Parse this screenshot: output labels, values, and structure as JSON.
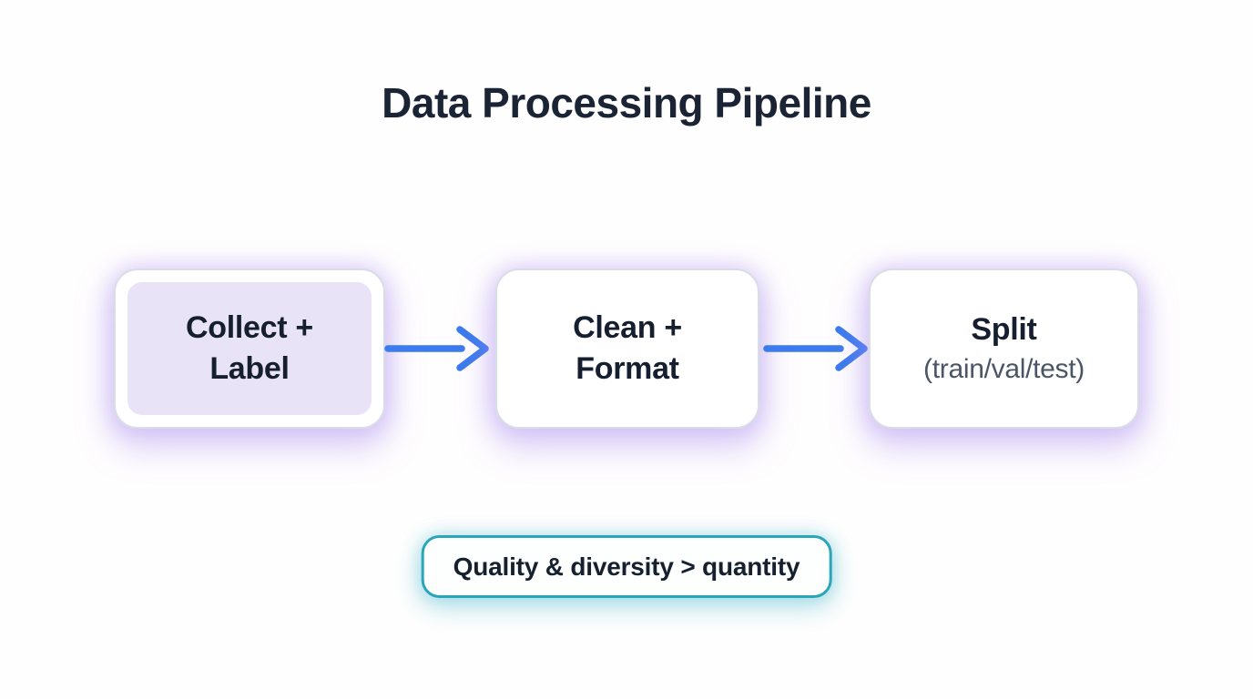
{
  "title": "Data Processing Pipeline",
  "nodes": [
    {
      "line1": "Collect +",
      "line2": "Label",
      "highlighted": true
    },
    {
      "line1": "Clean +",
      "line2": "Format",
      "highlighted": false
    },
    {
      "label": "Split",
      "sublabel": "(train/val/test)",
      "highlighted": false
    }
  ],
  "callout": {
    "text": "Quality & diversity > quantity"
  },
  "colors": {
    "arrow": "#3b7bed",
    "title_text": "#1b2434",
    "node_text": "#161f2f",
    "node_subtext": "#4a5566",
    "node_highlight_fill": "#e8e3f7",
    "node_border": "#d9dee5",
    "callout_border": "#2ba6b8",
    "glow_purple": "#a78bfa",
    "glow_teal": "#2aafc6"
  }
}
